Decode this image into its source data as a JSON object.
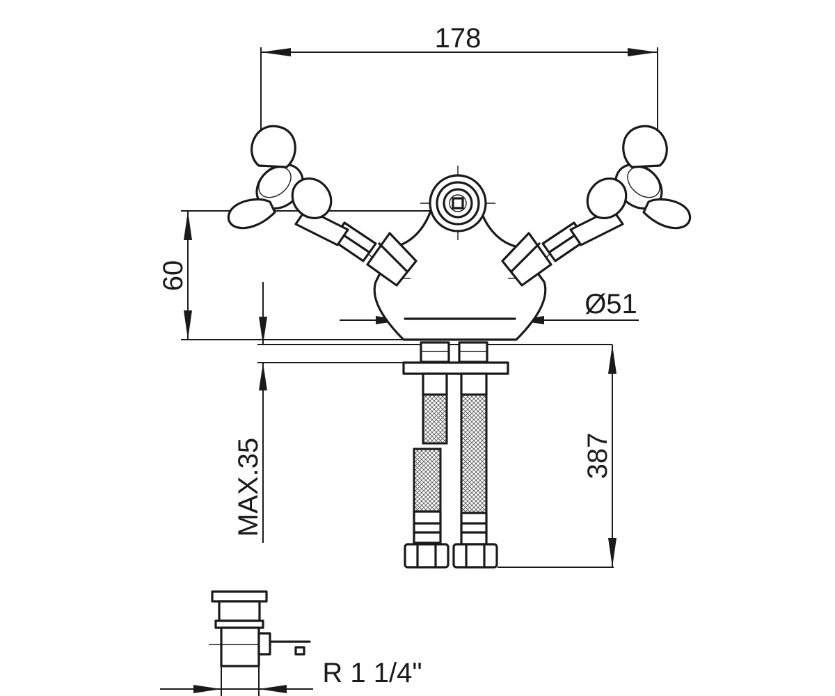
{
  "drawing": {
    "line_color": "#1a1a1a",
    "background": "#ffffff",
    "dimensions": {
      "overall_width": "178",
      "height": "60",
      "base_diameter": "Ø51",
      "max_deck_thickness": "MAX.35",
      "hose_length": "387",
      "waste_thread": "R 1 1/4\""
    }
  }
}
